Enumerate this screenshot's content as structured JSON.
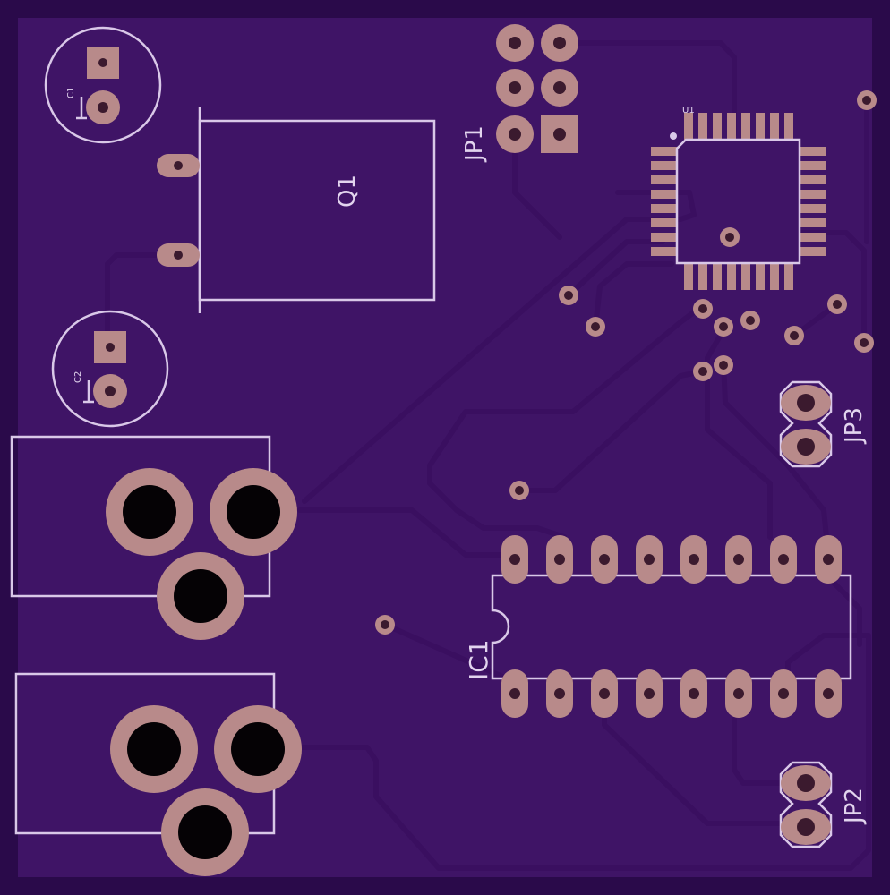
{
  "board": {
    "colors": {
      "substrate": "#2a0a4a",
      "copper_fill": "#3f1466",
      "silkscreen": "#d9c8e8",
      "pad": "#b88a8a"
    }
  },
  "labels": {
    "c1": "C1",
    "c2": "C2",
    "q1": "Q1",
    "jp1": "JP1",
    "jp2": "JP2",
    "jp3": "JP3",
    "u1": "U1",
    "ic1": "IC1"
  }
}
